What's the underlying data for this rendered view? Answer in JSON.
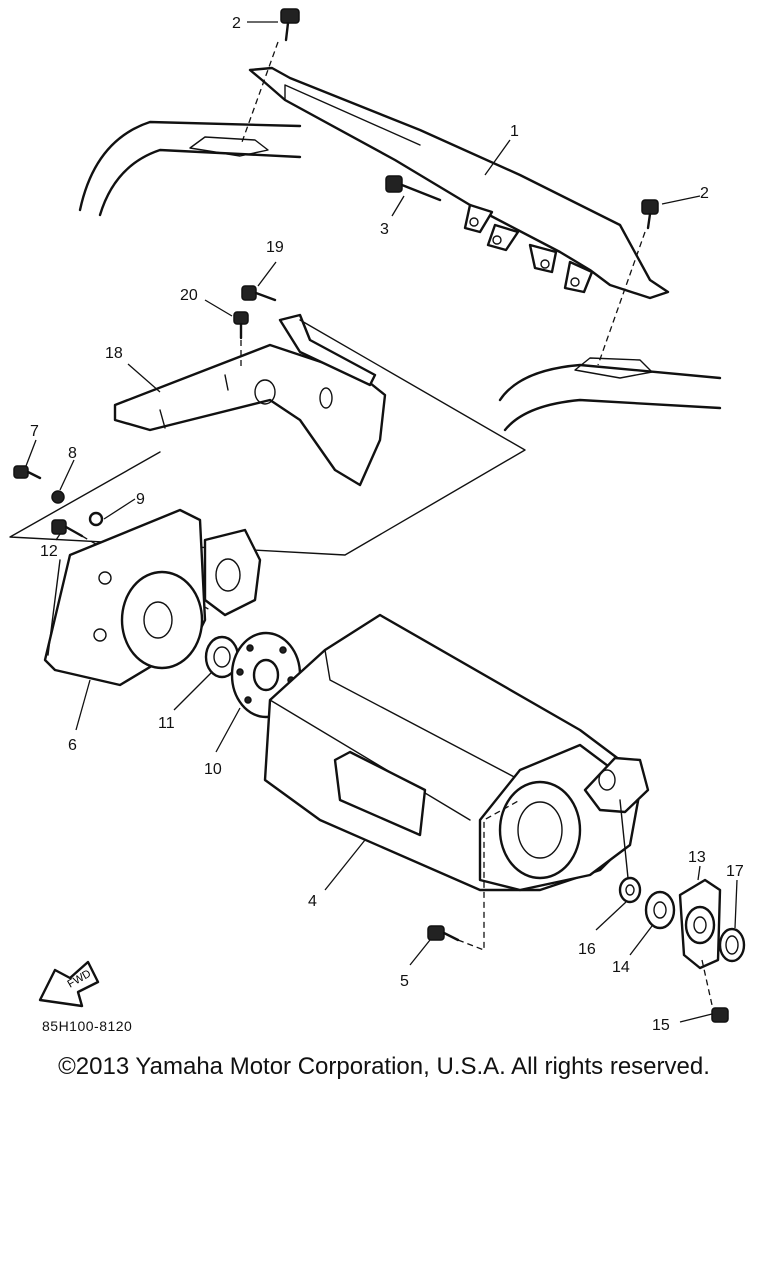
{
  "callouts": {
    "c1": "1",
    "c2a": "2",
    "c2b": "2",
    "c3": "3",
    "c4": "4",
    "c5": "5",
    "c6": "6",
    "c7": "7",
    "c8": "8",
    "c9": "9",
    "c10": "10",
    "c11": "11",
    "c12": "12",
    "c13": "13",
    "c14": "14",
    "c15": "15",
    "c16": "16",
    "c17": "17",
    "c18": "18",
    "c19": "19",
    "c20": "20"
  },
  "forward_arrow_label": "FWD",
  "diagram_code": "85H100-8120",
  "copyright": "©2013 Yamaha Motor Corporation, U.S.A. All rights reserved."
}
